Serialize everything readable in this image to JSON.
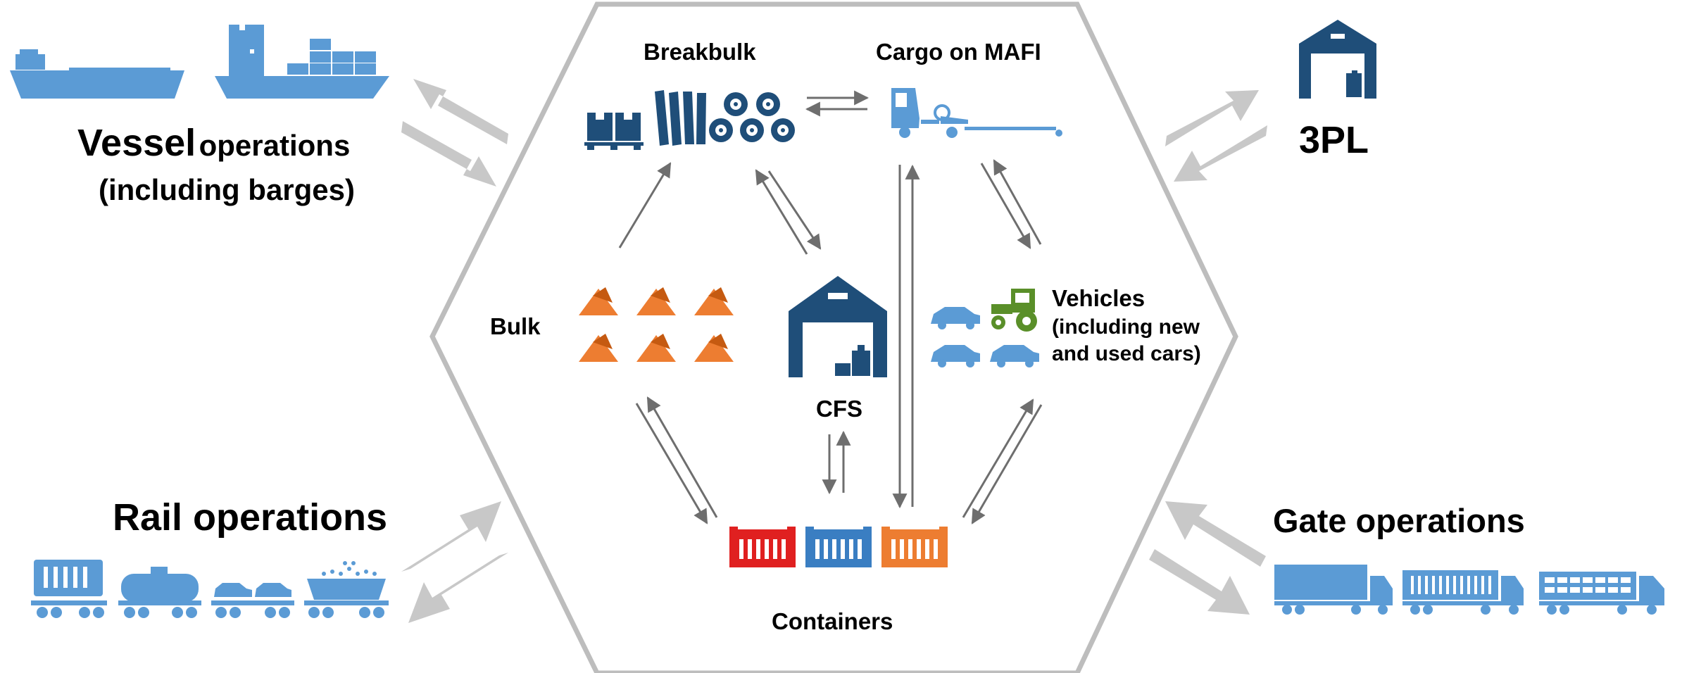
{
  "outer": {
    "vessel": {
      "main": "Vessel",
      "rest": "operations",
      "line2": "(including barges)"
    },
    "three_pl": "3PL",
    "rail": "Rail operations",
    "gate": "Gate operations"
  },
  "inner": {
    "breakbulk": "Breakbulk",
    "cargo_mafi": "Cargo on MAFI",
    "bulk": "Bulk",
    "cfs": "CFS",
    "vehicles": {
      "line1": "Vehicles",
      "line2": "(including new",
      "line3": "and used cars)"
    },
    "containers": "Containers"
  },
  "colors": {
    "blue": "#5b9bd5",
    "navy": "#1f4e79",
    "orange": "#ed7d31",
    "red": "#e02020",
    "green": "#5a8f29",
    "arrow_grey": "#6e6e6e",
    "hex_border": "#bdbdbd",
    "big_arrow": "#c8c8c8"
  }
}
